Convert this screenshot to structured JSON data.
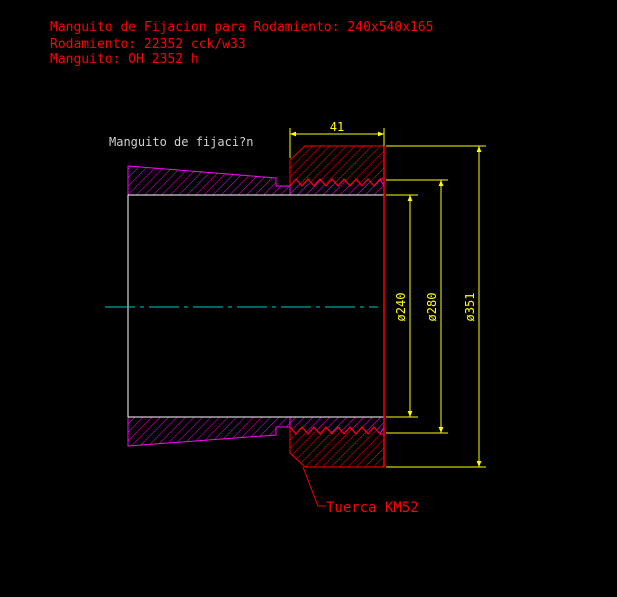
{
  "header": {
    "line1": "Manguito de Fijacion para Rodamiento: 240x540x165",
    "line2": "Rodamiento: 22352 cck/w33",
    "line3": "Manguito: OH 2352 h"
  },
  "labels": {
    "sleeve": "Manguito de fijaci?n",
    "nut": "Tuerca KM52"
  },
  "dimensions": {
    "nut_width": "41",
    "bore": "ø240",
    "thread": "ø280",
    "outer": "ø351"
  },
  "colors": {
    "background": "#000000",
    "title_text": "#ff0000",
    "dimension": "#ffff00",
    "nut": "#ff0000",
    "sleeve_hatch": "#ff00ff",
    "sleeve_outline": "#ffffff",
    "centerline": "#00c8c8",
    "note_text": "#d0d0d0"
  }
}
